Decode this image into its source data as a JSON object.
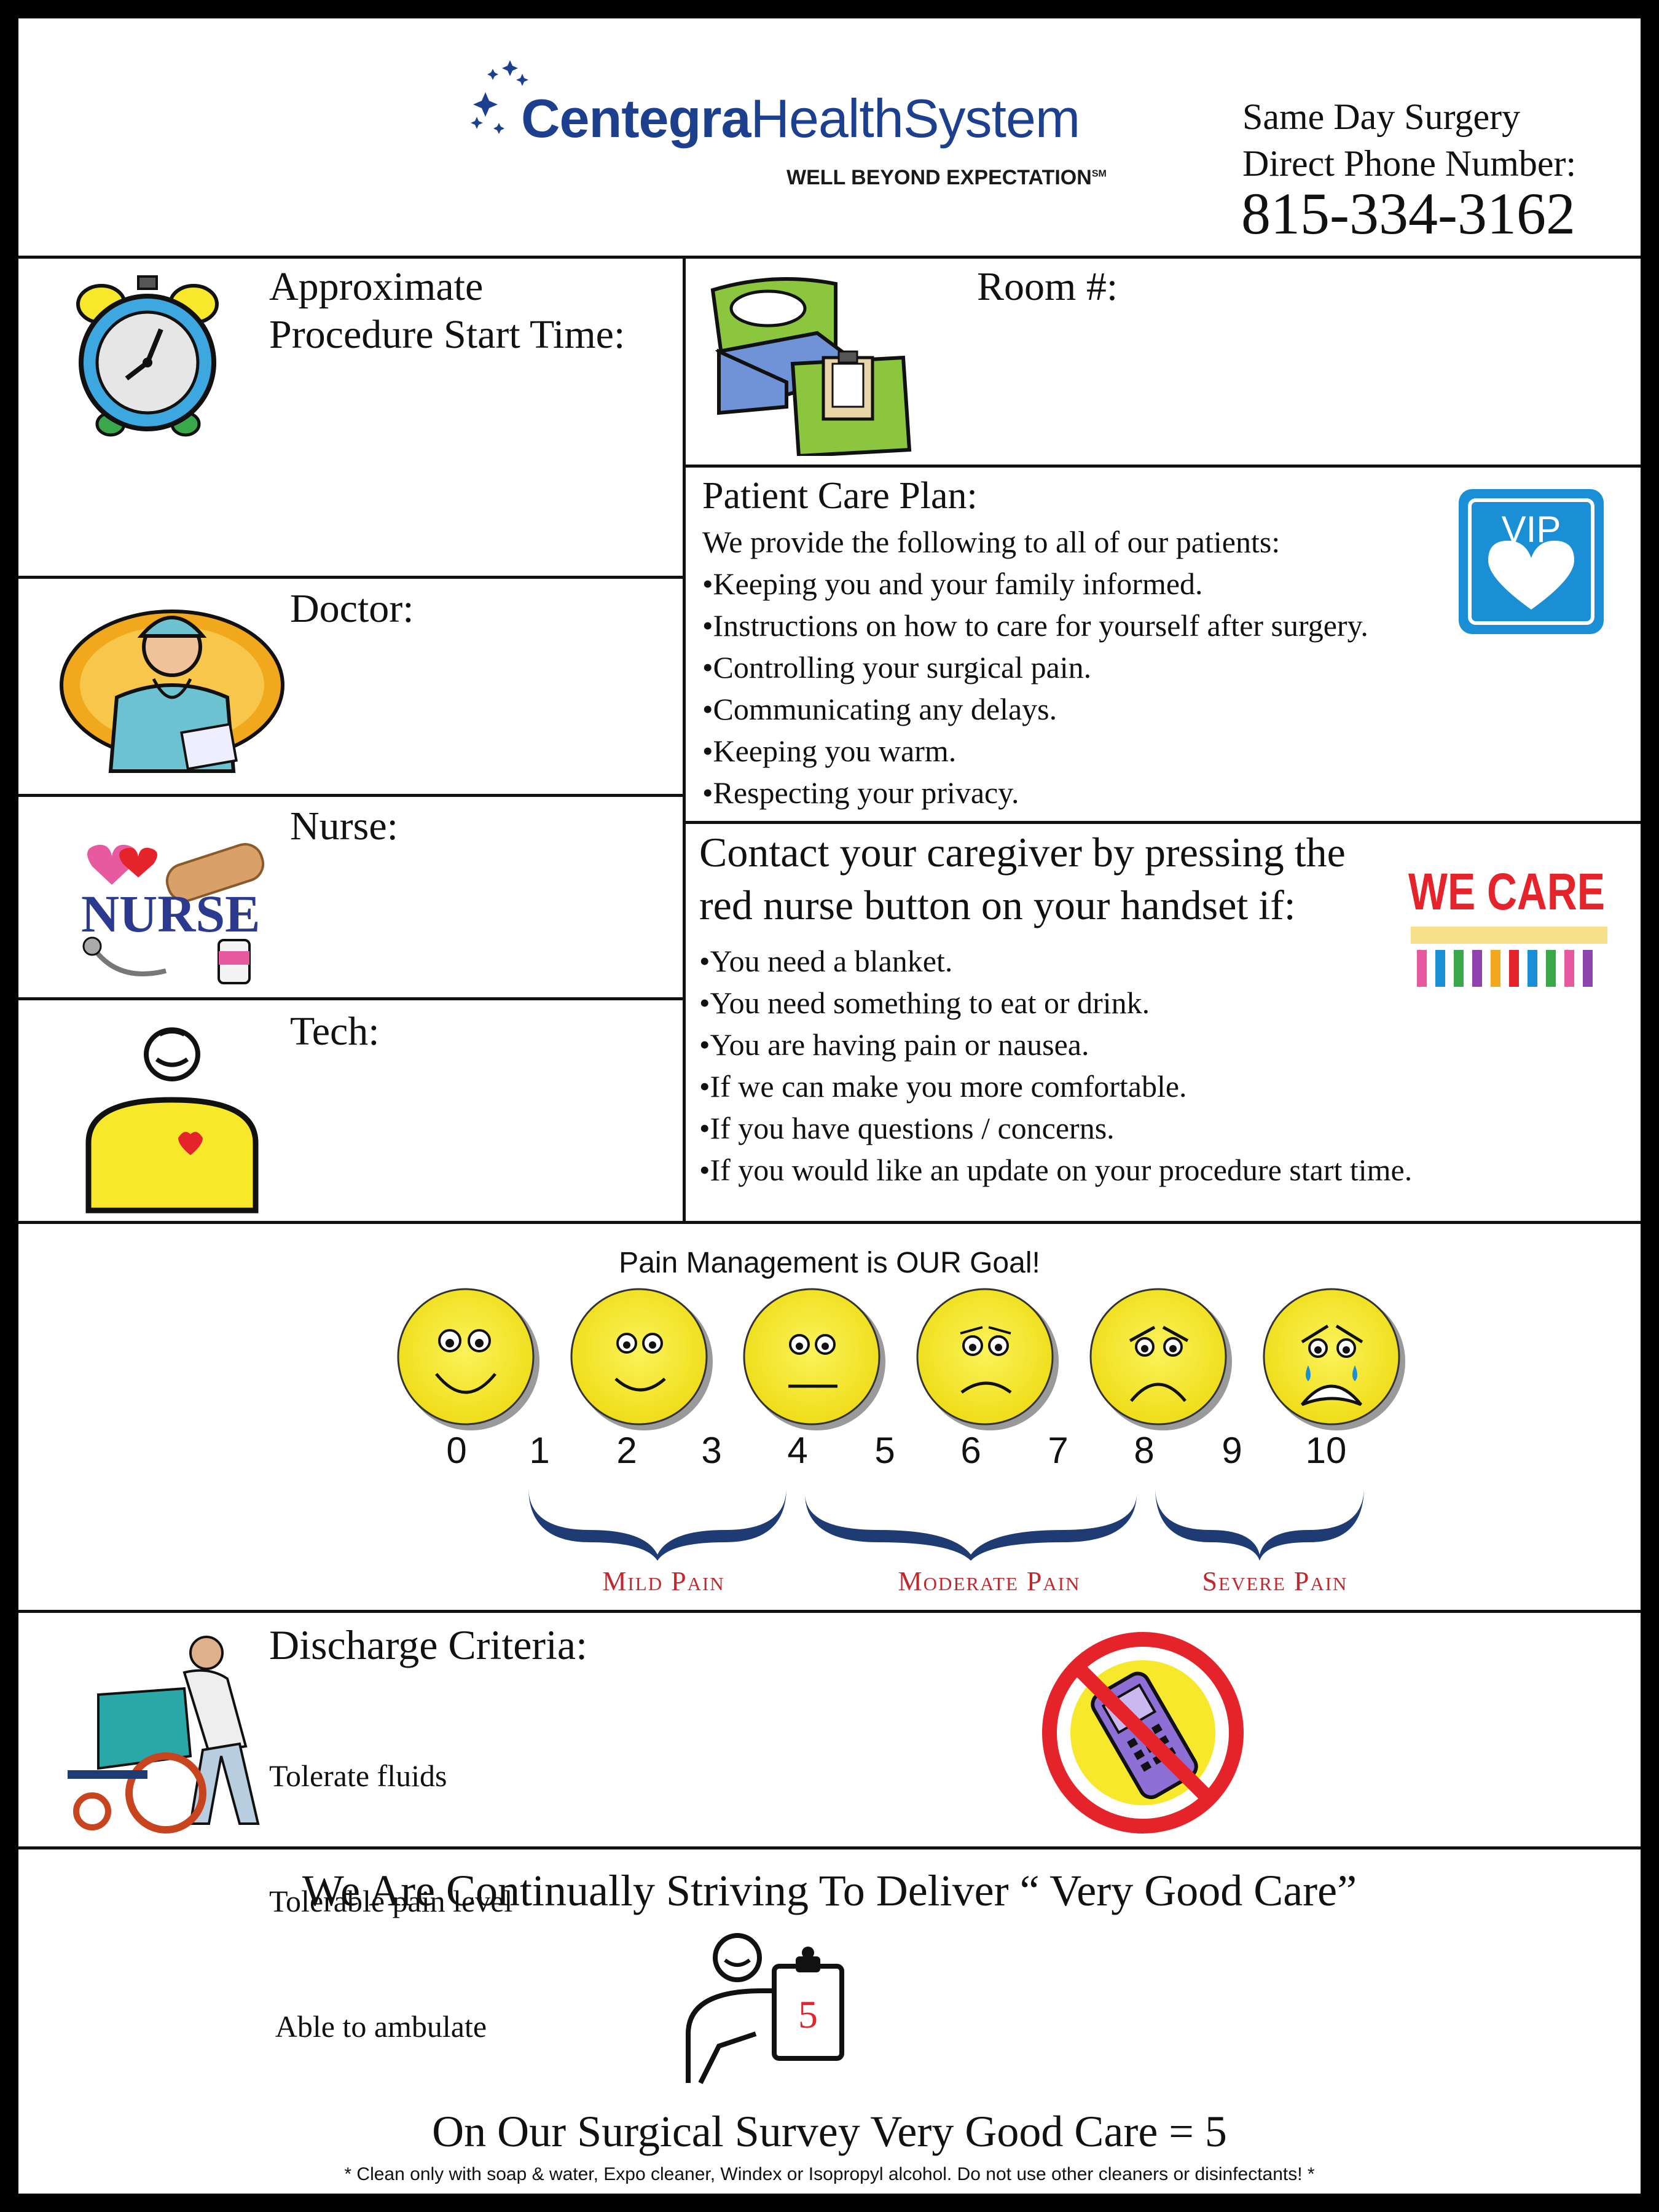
{
  "header": {
    "brand_bold": "Centegra",
    "brand_light": "HealthSystem",
    "tagline": "WELL BEYOND EXPECTATION",
    "tagline_mark": "SM",
    "phone_label_line1": "Same Day Surgery",
    "phone_label_line2": "Direct Phone Number:",
    "phone_number": "815-334-3162"
  },
  "fields": {
    "start_time_line1": "Approximate",
    "start_time_line2": "Procedure Start Time:",
    "room": "Room #:",
    "doctor": "Doctor:",
    "nurse": "Nurse:",
    "tech": "Tech:",
    "nurse_logo_text": "NURSE"
  },
  "care_plan": {
    "title": "Patient Care Plan:",
    "intro": "We provide the following to all of our patients:",
    "items": [
      "•Keeping you and your family informed.",
      "•Instructions on how to care for yourself after surgery.",
      "•Controlling your surgical pain.",
      "•Communicating any delays.",
      "•Keeping you warm.",
      "•Respecting your privacy."
    ],
    "vip_label": "VIP"
  },
  "contact": {
    "title_line1": "Contact your caregiver by pressing the",
    "title_line2": "red nurse button on your handset if:",
    "items": [
      "•You need a blanket.",
      "•You need something to eat or drink.",
      "•You are having pain or nausea.",
      "•If we can make you more comfortable.",
      "•If you have questions / concerns.",
      "•If you would like an update on your procedure start time."
    ],
    "we_care_label": "WE CARE"
  },
  "pain": {
    "title": "Pain Management is OUR Goal!",
    "scale": [
      "0",
      "1",
      "2",
      "3",
      "4",
      "5",
      "6",
      "7",
      "8",
      "9",
      "10"
    ],
    "mild": "Mild Pain",
    "moderate": "Moderate Pain",
    "severe": "Severe Pain"
  },
  "discharge": {
    "title": "Discharge Criteria:",
    "items": [
      "Tolerate fluids",
      "Tolerable pain level",
      " Able to ambulate"
    ]
  },
  "footer": {
    "strive": "We Are Continually Striving To Deliver “ Very Good Care”",
    "survey_score": "5",
    "survey": "On Our Surgical Survey Very Good Care = 5",
    "note": "* Clean only with soap & water, Expo cleaner, Windex or Isopropyl alcohol.  Do not use other cleaners or disinfectants! *"
  },
  "colors": {
    "brand_blue": "#1c3f8e",
    "pain_red": "#c0282d",
    "brace_navy": "#1f3b73",
    "face_yellow": "#f7e82c",
    "vip_blue": "#1b8fd6"
  }
}
